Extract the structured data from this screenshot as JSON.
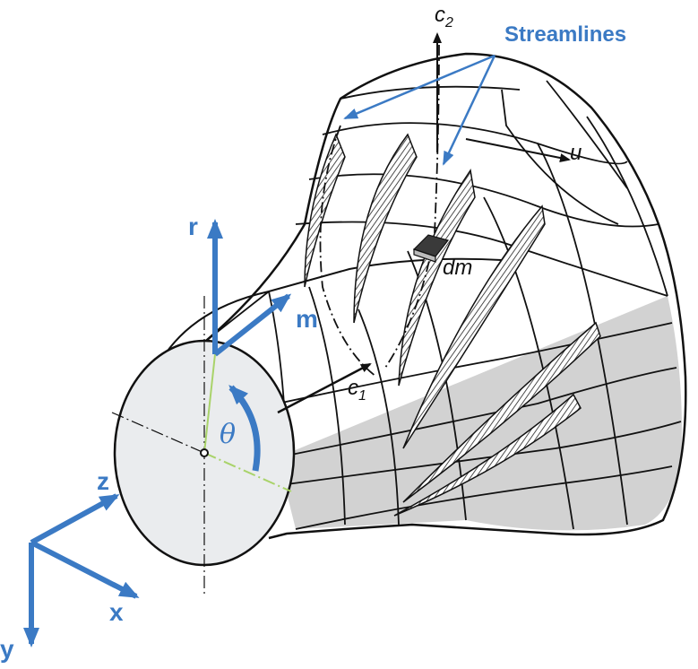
{
  "labels": {
    "streamlines": "Streamlines",
    "c2": "c",
    "c2_sub": "2",
    "u": "u",
    "dm": "dm",
    "c1": "c",
    "c1_sub": "1",
    "r": "r",
    "m": "m",
    "theta": "θ",
    "z": "z",
    "x": "x",
    "y": "y"
  },
  "colors": {
    "accent_blue": "#3b7ac4",
    "line_black": "#111111",
    "hub_face": "#eaecee",
    "shaded_band": "#cfcfcf",
    "radius_green": "#a9d36a"
  }
}
